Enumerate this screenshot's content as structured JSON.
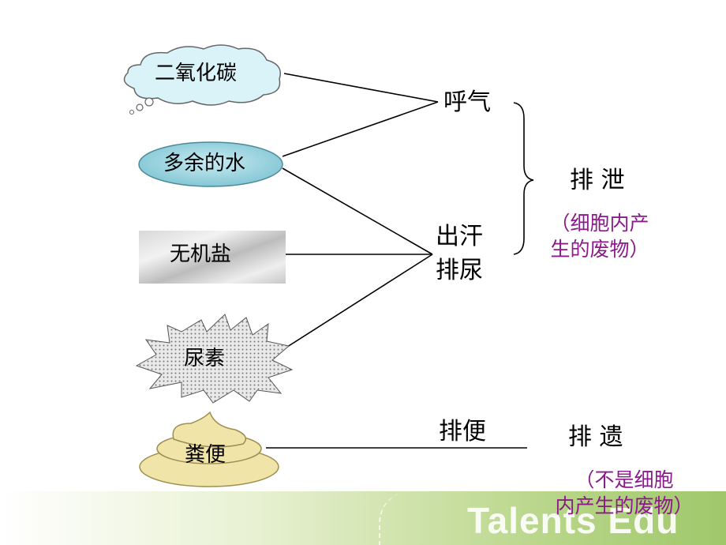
{
  "sources": {
    "co2": "二氧化碳",
    "water": "多余的水",
    "salt": "无机盐",
    "urea": "尿素",
    "feces": "粪便"
  },
  "routes": {
    "breath": "呼气",
    "sweat": "出汗",
    "urine": "排尿",
    "defecation": "排便"
  },
  "categories": {
    "excretion": "排 泄",
    "excretion_note_line1": "（细胞内产",
    "excretion_note_line2": "生的废物）",
    "egestion": "排 遗",
    "egestion_note_line1": "（不是细胞",
    "egestion_note_line2": "内产生的废物）"
  },
  "brand": "Talents Edu",
  "colors": {
    "note": "#8B1A8B",
    "cloud_fill": "#D9F3F8",
    "water_fill": "#9ED3DE",
    "feces_fill": "#F1E4A8",
    "banner": "#9FC86A"
  }
}
